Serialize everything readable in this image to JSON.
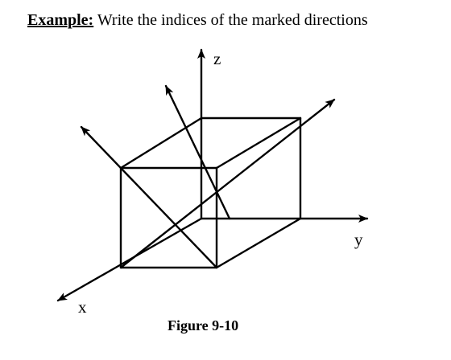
{
  "title": {
    "lead": "Example:",
    "text": " Write the indices of the marked directions"
  },
  "axes": {
    "x": "x",
    "y": "y",
    "z": "z"
  },
  "caption": "Figure 9-10",
  "colors": {
    "ink": "#000000",
    "background": "#ffffff"
  }
}
